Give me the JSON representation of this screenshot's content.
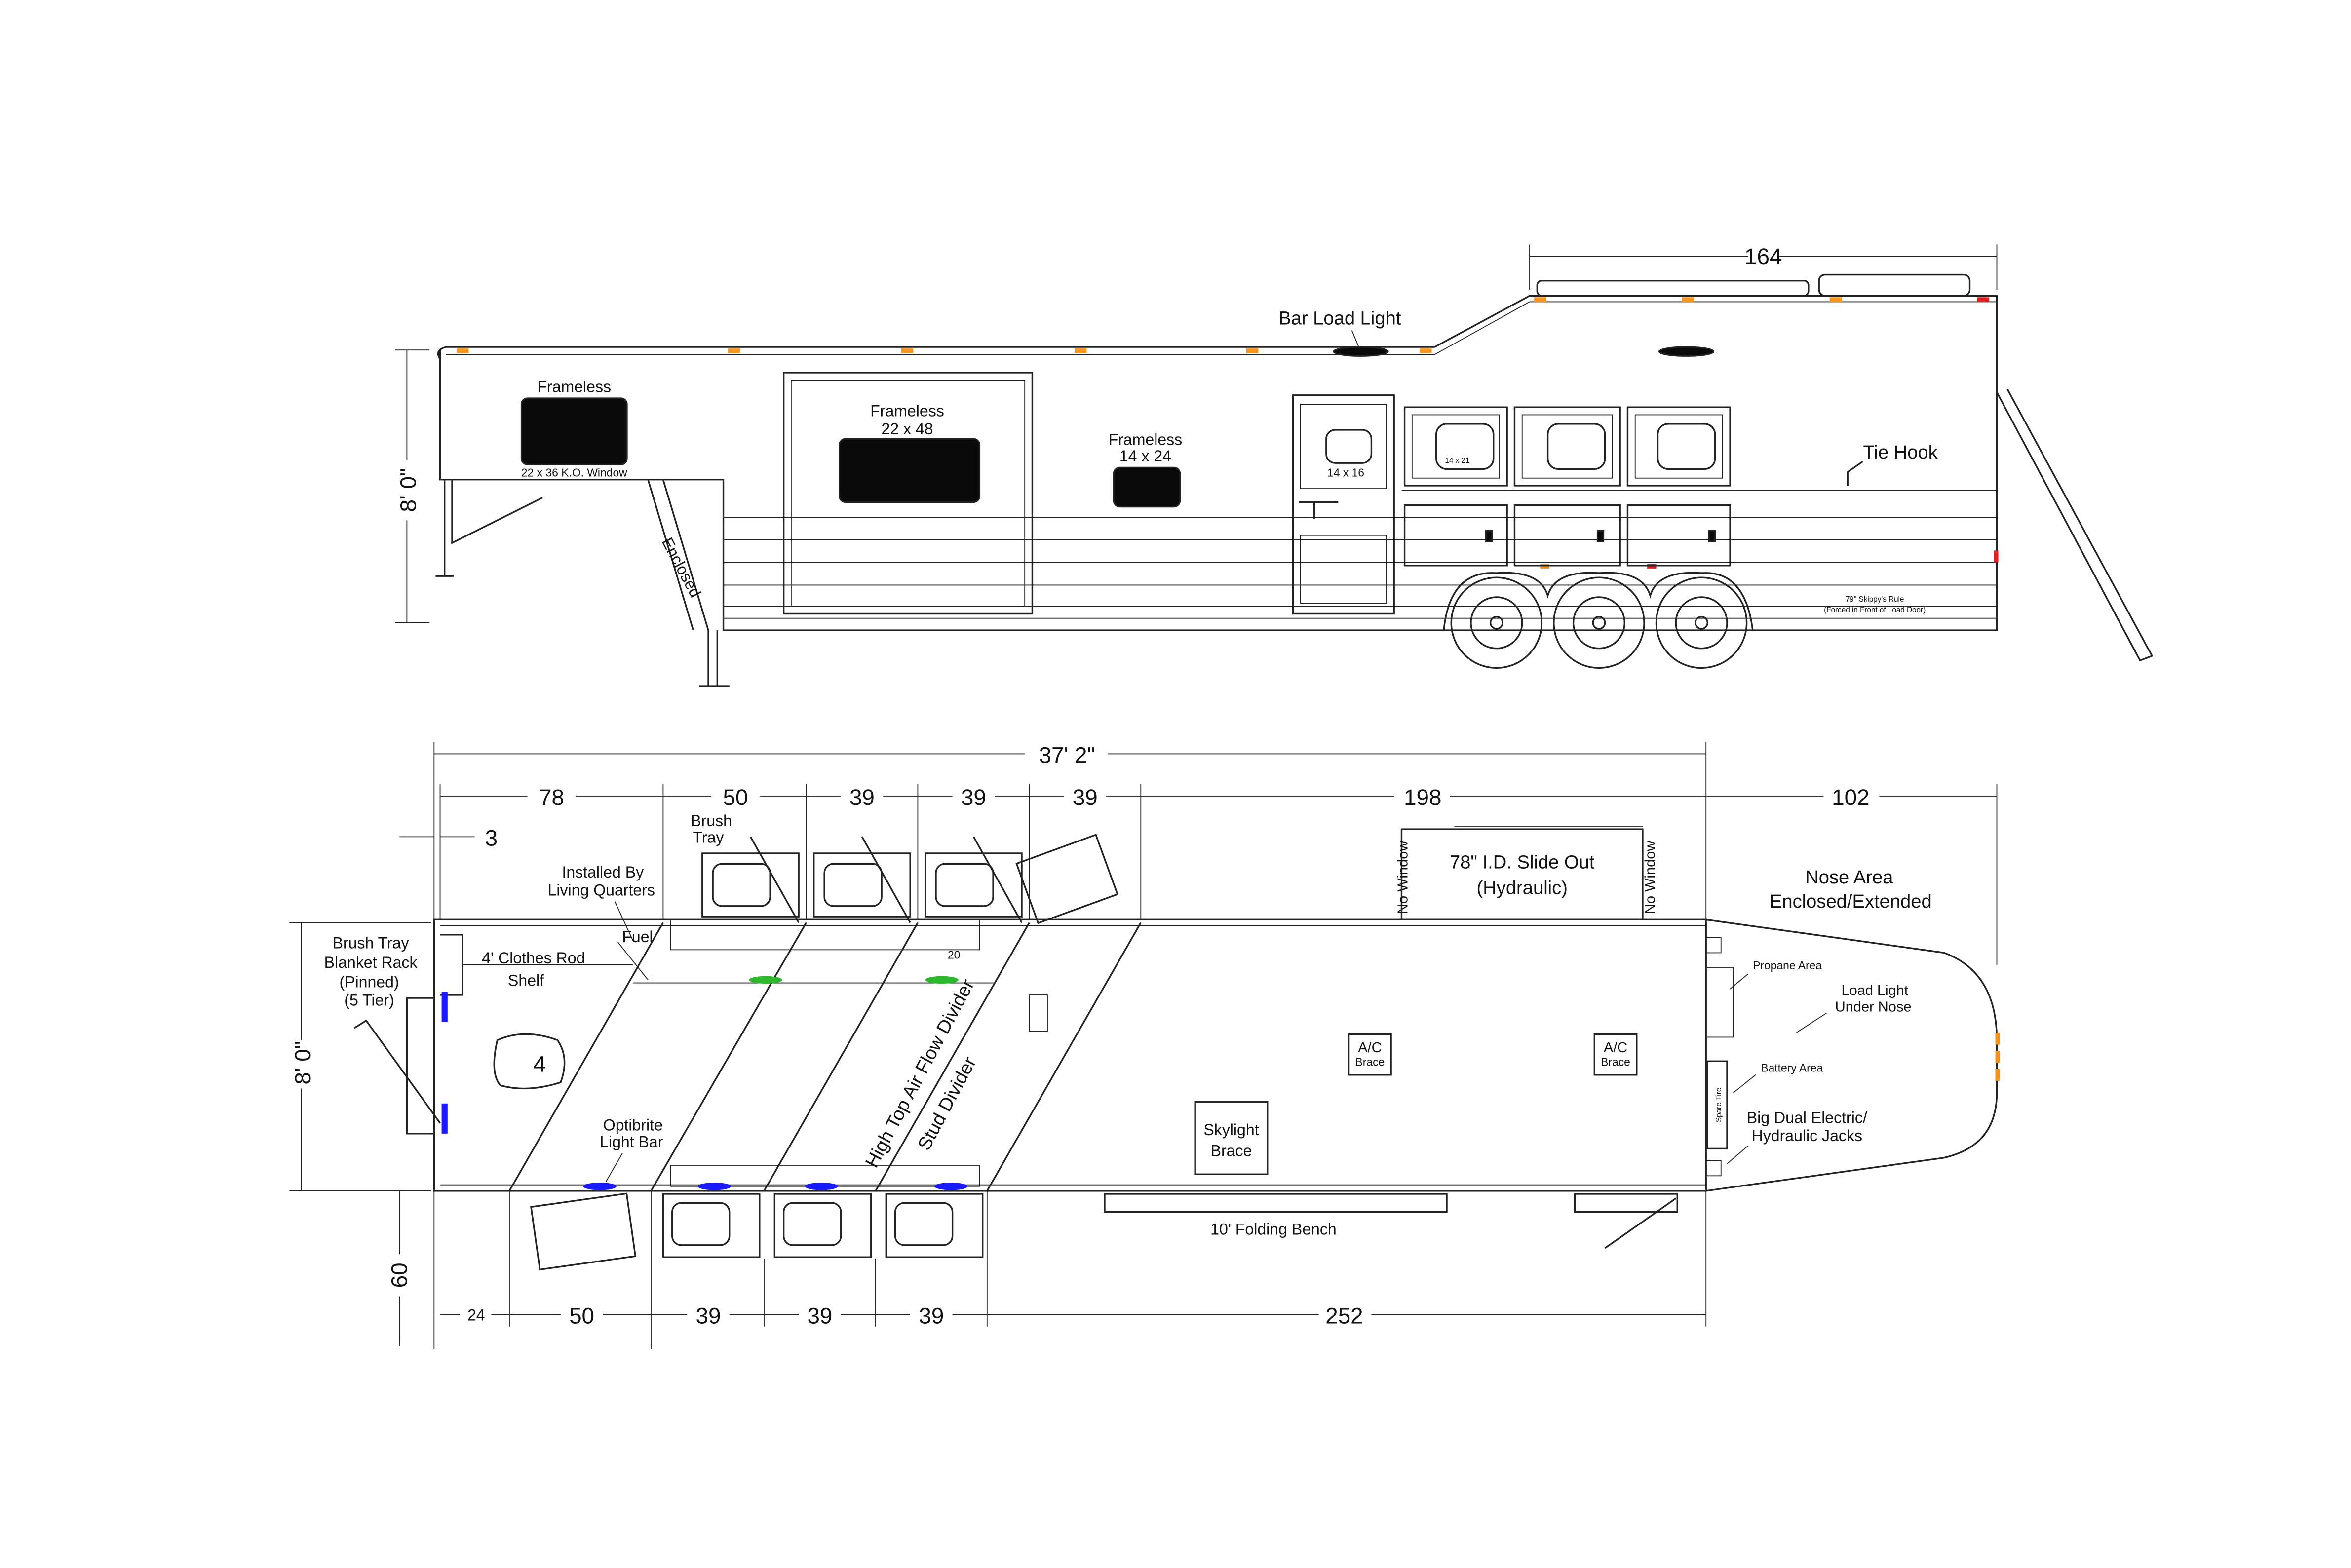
{
  "side_view": {
    "bar_load_light": "Bar Load Light",
    "window1_label": "Frameless",
    "window1_sub": "22 x 36 K.O. Window",
    "window2_label": "Frameless",
    "window2_size": "22 x 48",
    "window3_label": "Frameless",
    "window3_size": "14 x 24",
    "tack_window_size": "14 x 16",
    "stall_window_size": "14 x 21",
    "enclosed": "Enclosed",
    "tie_hook": "Tie Hook",
    "skippys_rule": "79\" Skippy's Rule",
    "skippys_rule_sub": "(Forced in Front of Load Door)",
    "dim_164": "164",
    "dim_height": "8' 0\""
  },
  "plan_view": {
    "dims_top": {
      "overall": "37' 2\"",
      "d78": "78",
      "d50": "50",
      "d39a": "39",
      "d39b": "39",
      "d39c": "39",
      "d198": "198",
      "d102": "102",
      "d3": "3"
    },
    "dims_bottom": {
      "d24": "24",
      "d50": "50",
      "d39a": "39",
      "d39b": "39",
      "d39c": "39",
      "d252": "252"
    },
    "dim_width": "8' 0\"",
    "dim_60": "60",
    "dim_20": "20",
    "brush_tray": "Brush",
    "brush_tray2": "Tray",
    "installed_by": "Installed By",
    "living_quarters": "Living Quarters",
    "fuel": "Fuel",
    "clothes_rod": "4' Clothes Rod",
    "shelf": "Shelf",
    "blanket_rack1": "Brush Tray",
    "blanket_rack2": "Blanket Rack",
    "blanket_rack3": "(Pinned)",
    "blanket_rack4": "(5 Tier)",
    "saddle_number": "4",
    "optibrite1": "Optibrite",
    "optibrite2": "Light Bar",
    "divider1": "High Top Air Flow Divider",
    "divider2": "Stud Divider",
    "slide_out1": "78\" I.D. Slide Out",
    "slide_out2": "(Hydraulic)",
    "no_window": "No Window",
    "ac_brace1": "A/C",
    "ac_brace2": "Brace",
    "skylight1": "Skylight",
    "skylight2": "Brace",
    "folding_bench": "10' Folding Bench",
    "nose_area1": "Nose Area",
    "nose_area2": "Enclosed/Extended",
    "propane": "Propane Area",
    "load_light1": "Load Light",
    "load_light2": "Under Nose",
    "battery": "Battery Area",
    "spare_tire": "Spare Tire",
    "jacks1": "Big Dual Electric/",
    "jacks2": "Hydraulic Jacks"
  },
  "colors": {
    "marker_light": "#f7941d",
    "tail_light": "#e02020",
    "blue_light": "#1a1aff",
    "green_light": "#2db82d"
  }
}
